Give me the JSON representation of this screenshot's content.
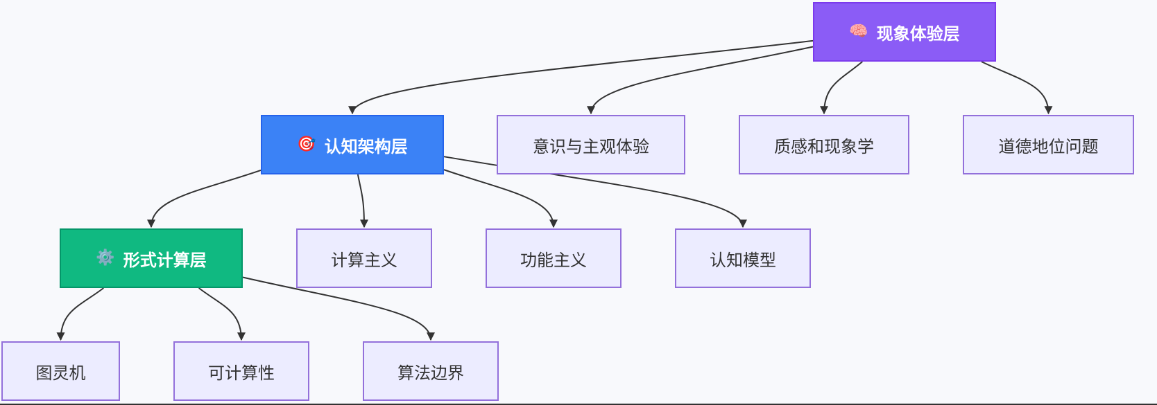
{
  "diagram": {
    "type": "flowchart-tree",
    "nodes": {
      "phenomenal": {
        "icon": "🧠",
        "icon_name": "brain-icon",
        "label": "现象体验层",
        "color": "#8b5cf6"
      },
      "cognitive": {
        "icon": "🎯",
        "icon_name": "target-icon",
        "label": "认知架构层",
        "color": "#3b82f6"
      },
      "formal": {
        "icon": "⚙️",
        "icon_name": "gear-icon",
        "label": "形式计算层",
        "color": "#10b981"
      },
      "consciousness": {
        "label": "意识与主观体验"
      },
      "qualia": {
        "label": "质感和现象学"
      },
      "moral": {
        "label": "道德地位问题"
      },
      "computationalism": {
        "label": "计算主义"
      },
      "functionalism": {
        "label": "功能主义"
      },
      "cognitive_model": {
        "label": "认知模型"
      },
      "turing": {
        "label": "图灵机"
      },
      "computability": {
        "label": "可计算性"
      },
      "algorithm_boundary": {
        "label": "算法边界"
      }
    },
    "edges": [
      [
        "phenomenal",
        "cognitive"
      ],
      [
        "phenomenal",
        "consciousness"
      ],
      [
        "phenomenal",
        "qualia"
      ],
      [
        "phenomenal",
        "moral"
      ],
      [
        "cognitive",
        "formal"
      ],
      [
        "cognitive",
        "computationalism"
      ],
      [
        "cognitive",
        "functionalism"
      ],
      [
        "cognitive",
        "cognitive_model"
      ],
      [
        "formal",
        "turing"
      ],
      [
        "formal",
        "computability"
      ],
      [
        "formal",
        "algorithm_boundary"
      ]
    ],
    "colors": {
      "default_fill": "#ececff",
      "default_border": "#9370db",
      "edge": "#333333",
      "background": "#f8f9fc"
    }
  }
}
